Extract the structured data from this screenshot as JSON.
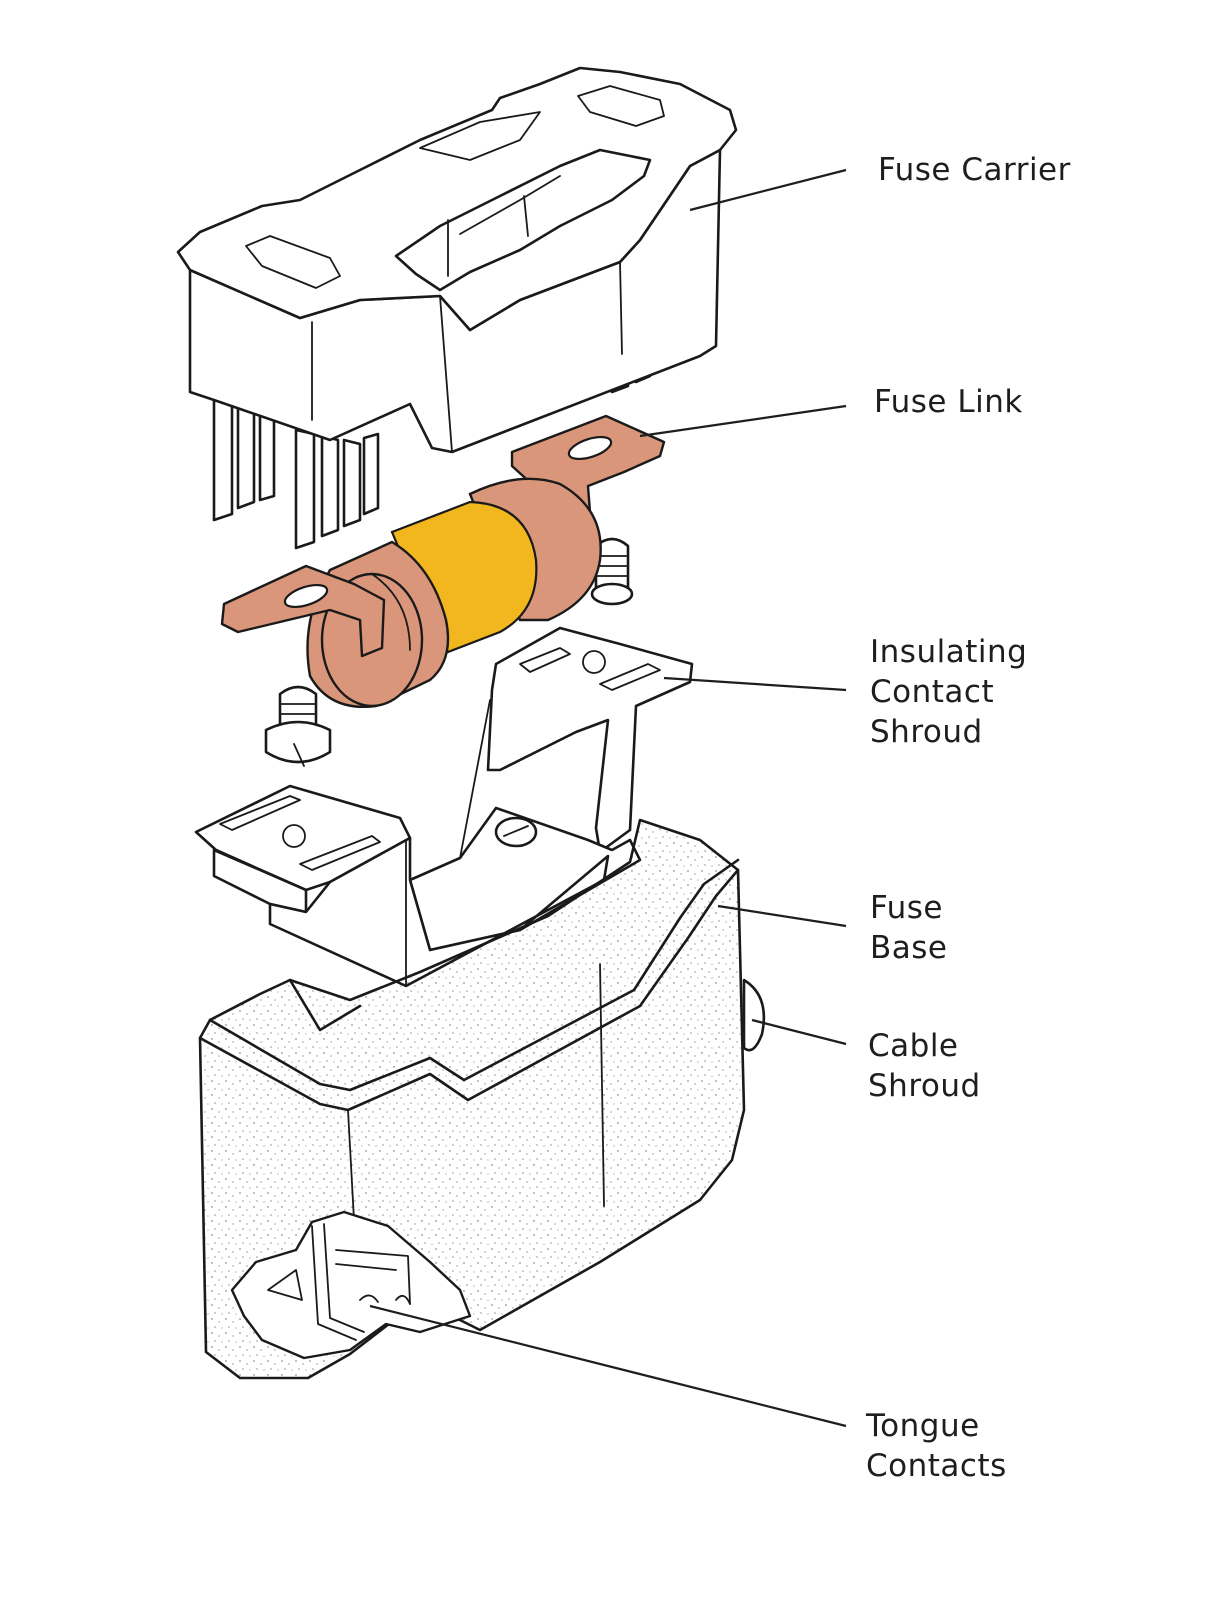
{
  "colors": {
    "ink": "#1a1a1a",
    "copper": "#d9967a",
    "fuse_band": "#f2b61e",
    "stipple": "#3a3a3a"
  },
  "labels": {
    "fuse_carrier": [
      "Fuse Carrier"
    ],
    "fuse_link": [
      "Fuse Link"
    ],
    "insulating_contact_shroud": [
      "Insulating",
      "Contact",
      "Shroud"
    ],
    "fuse_base": [
      "Fuse",
      "Base"
    ],
    "cable_shroud": [
      "Cable",
      "Shroud"
    ],
    "tongue_contacts": [
      "Tongue",
      "Contacts"
    ]
  }
}
